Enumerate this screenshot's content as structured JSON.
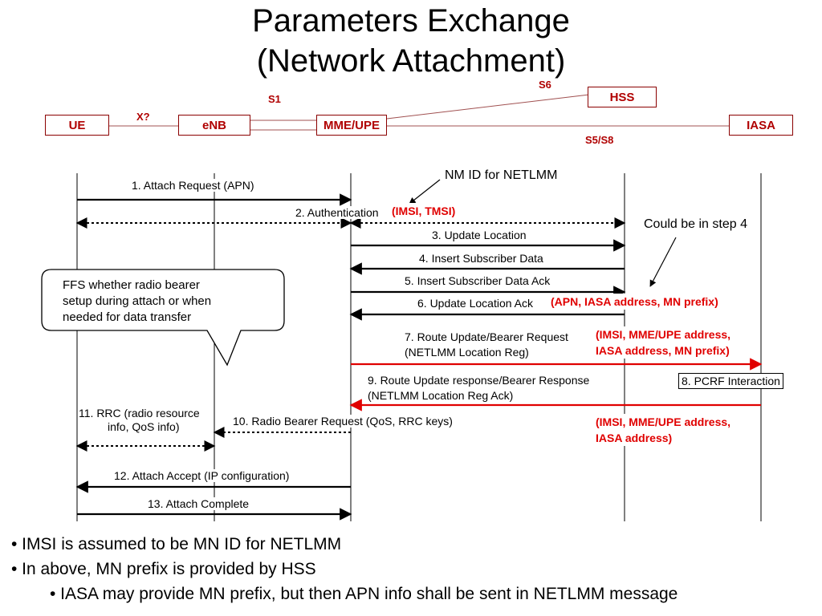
{
  "title": {
    "line1": "Parameters Exchange",
    "line2": "(Network Attachment)"
  },
  "nodes": {
    "ue": "UE",
    "enb": "eNB",
    "mme": "MME/UPE",
    "hss": "HSS",
    "iasa": "IASA"
  },
  "interfaces": {
    "x": "X?",
    "s1": "S1",
    "s6": "S6",
    "s5s8": "S5/S8"
  },
  "messages": {
    "m1": "1. Attach Request (APN)",
    "m2": "2. Authentication",
    "m3": "3. Update Location",
    "m4": "4. Insert Subscriber Data",
    "m5": "5. Insert Subscriber Data Ack",
    "m6": "6. Update Location Ack",
    "m7a": "7. Route Update/Bearer Request",
    "m7b": "(NETLMM Location Reg)",
    "m9a": "9. Route Update response/Bearer Response",
    "m9b": "(NETLMM Location Reg Ack)",
    "m10": "10. Radio Bearer Request (QoS, RRC keys)",
    "m11a": "11. RRC (radio resource",
    "m11b": "info, QoS info)",
    "m12": "12. Attach Accept (IP configuration)",
    "m13": "13. Attach Complete"
  },
  "pcrf": "8. PCRF Interaction",
  "red_labels": {
    "imsi_tmsi": "(IMSI, TMSI)",
    "apn": "(APN, IASA address, MN prefix)",
    "r7a": "(IMSI, MME/UPE address,",
    "r7b": "IASA address, MN prefix)",
    "r9a": "(IMSI, MME/UPE address,",
    "r9b": "IASA address)"
  },
  "notes": {
    "nmid": "NM ID for NETLMM",
    "step4": "Could be in step 4"
  },
  "callout": {
    "l1": "FFS whether radio bearer",
    "l2": "setup during attach or when",
    "l3": "needed for data transfer"
  },
  "bullets": {
    "b1": "• IMSI is assumed to be MN ID for NETLMM",
    "b2": "• In above, MN prefix is provided by HSS",
    "b3": "• IASA may provide MN prefix, but then APN info shall be sent in NETLMM message"
  },
  "colors": {
    "node_border": "#8b0000",
    "interface_text": "#b00000",
    "highlight": "#e00000"
  }
}
